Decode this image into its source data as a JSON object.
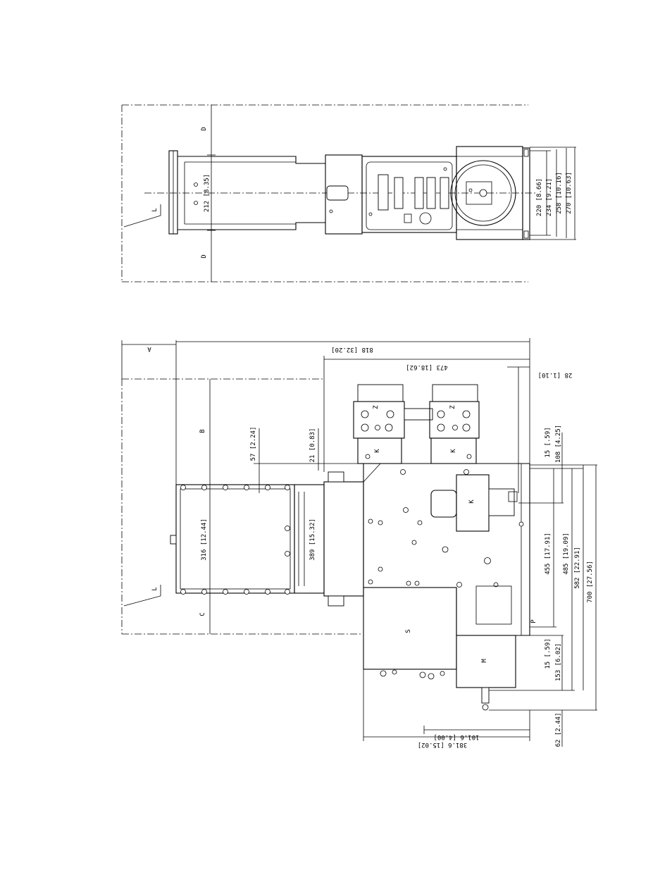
{
  "top_view": {
    "labels": {
      "D_upper": "D",
      "D_lower": "D",
      "L": "L",
      "width_212": "212 [8.35]"
    },
    "right_dims": [
      "220 [8.66]",
      "234 [9.21]",
      "258 [10.16]",
      "270 [10.63]"
    ]
  },
  "side_view": {
    "labels": {
      "A": "A",
      "B": "B",
      "C": "C",
      "L": "L",
      "K1": "K",
      "K2": "K",
      "K3": "K",
      "Z1": "Z",
      "Z2": "Z",
      "S": "S",
      "M": "M",
      "P": "P"
    },
    "dims": {
      "d818": "818 [32.20]",
      "d473": "473 [18.62]",
      "d28": "28 [1.10]",
      "d57": "57 [2.24]",
      "d21": "21 [0.83]",
      "d316": "316 [12.44]",
      "d389": "389 [15.32]",
      "d15a": "15 [.59]",
      "d108": "108 [4.25]",
      "d455": "455 [17.91]",
      "d485": "485 [19.09]",
      "d582": "582 [22.91]",
      "d700": "700 [27.56]",
      "d15b": "15 [.59]",
      "d153": "153 [6.02]",
      "d62": "62 [2.44]",
      "d101": "101.6 [4.00]",
      "d381": "381.6 [15.02]"
    }
  }
}
